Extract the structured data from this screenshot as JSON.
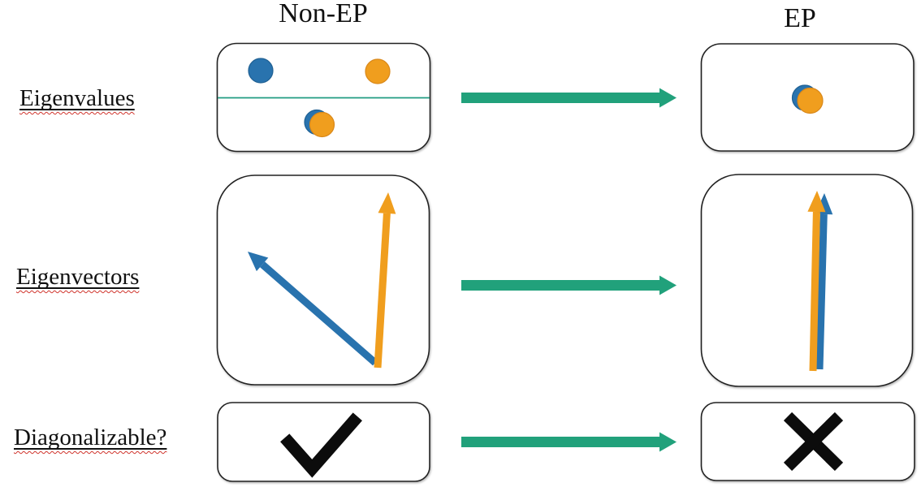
{
  "columns": [
    {
      "id": "non_ep",
      "title": "Non-EP"
    },
    {
      "id": "ep",
      "title": "EP"
    }
  ],
  "rows": [
    {
      "id": "eigenvalues",
      "label": "Eigenvalues"
    },
    {
      "id": "eigenvectors",
      "label": "Eigenvectors"
    },
    {
      "id": "diagonalizable",
      "label": "Diagonalizable?"
    }
  ],
  "marks": {
    "non_ep_diagonalizable": "checkmark",
    "ep_diagonalizable": "cross",
    "transition": "right-arrow"
  },
  "colors": {
    "eigen_blue": "#2973ae",
    "eigen_blue_edge": "#1f6093",
    "eigen_orange": "#f09e1e",
    "eigen_orange_edge": "#d9881a",
    "transition_green": "#21a17b",
    "axis_teal": "#209b82",
    "mark_black": "#0c0c0c",
    "box_border": "#222222",
    "box_fill": "#ffffff",
    "spellcheck_red": "#d0342c"
  }
}
